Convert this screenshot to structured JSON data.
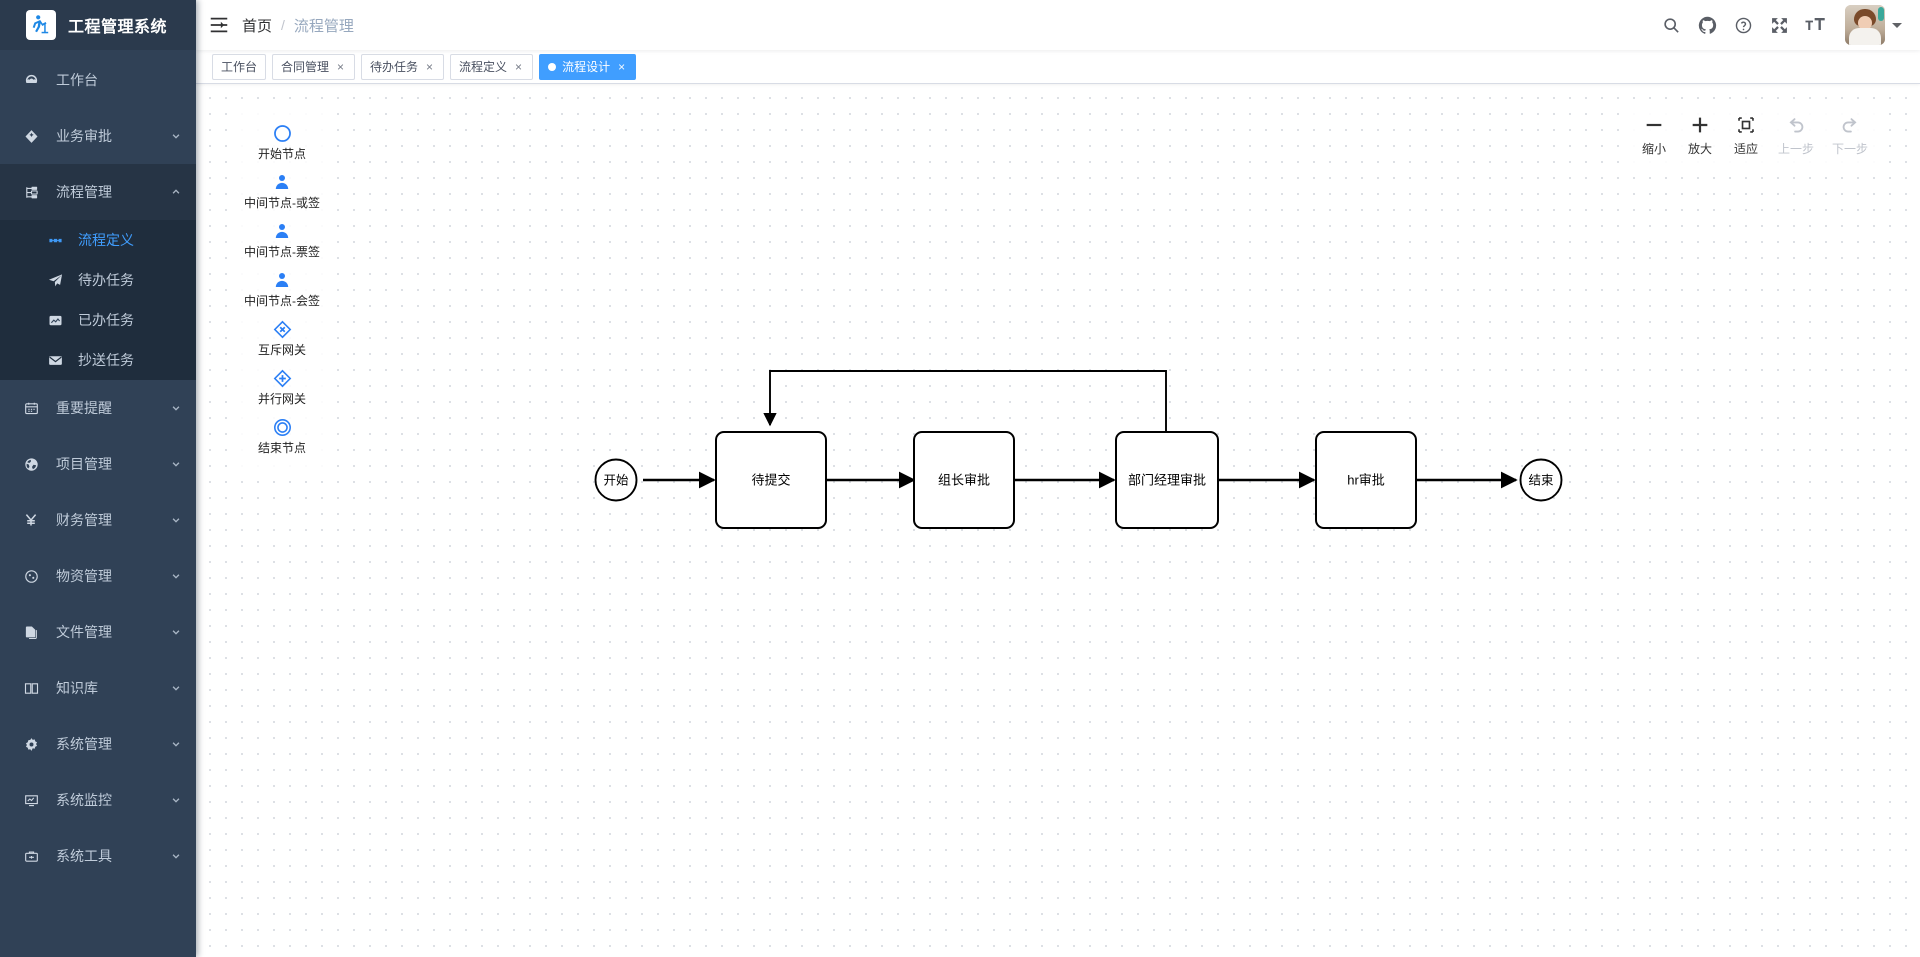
{
  "app": {
    "logo_text": "工程管理系统",
    "logo_icon": "worker-surveyor-icon"
  },
  "navbar": {
    "hamburger_icon": "hamburger-menu-icon",
    "breadcrumb": [
      {
        "label": "首页",
        "is_link": false
      },
      {
        "label": "流程管理",
        "is_link": true
      }
    ],
    "separator": "/",
    "icons": [
      {
        "name": "search-icon",
        "label": "搜索"
      },
      {
        "name": "github-icon",
        "label": "GitHub"
      },
      {
        "name": "help-circle-icon",
        "label": "帮助"
      },
      {
        "name": "fullscreen-icon",
        "label": "全屏"
      },
      {
        "name": "font-size-icon",
        "label": "字体大小"
      }
    ],
    "avatar_name": "user-avatar",
    "caret_icon": "chevron-down-icon"
  },
  "tags": [
    {
      "label": "工作台",
      "closable": false,
      "active": false
    },
    {
      "label": "合同管理",
      "closable": true,
      "active": false
    },
    {
      "label": "待办任务",
      "closable": true,
      "active": false
    },
    {
      "label": "流程定义",
      "closable": true,
      "active": false
    },
    {
      "label": "流程设计",
      "closable": true,
      "active": true
    }
  ],
  "tag_close_glyph": "×",
  "sidebar": {
    "items": [
      {
        "label": "工作台",
        "icon": "dashboard-icon",
        "expandable": false
      },
      {
        "label": "业务审批",
        "icon": "approval-icon",
        "expandable": true
      },
      {
        "label": "流程管理",
        "icon": "flow-icon",
        "expandable": true,
        "expanded": true,
        "children": [
          {
            "label": "流程定义",
            "icon": "flow-definition-icon",
            "active": true
          },
          {
            "label": "待办任务",
            "icon": "paper-plane-icon",
            "active": false
          },
          {
            "label": "已办任务",
            "icon": "done-task-icon",
            "active": false
          },
          {
            "label": "抄送任务",
            "icon": "mail-icon",
            "active": false
          }
        ]
      },
      {
        "label": "重要提醒",
        "icon": "calendar-icon",
        "expandable": true
      },
      {
        "label": "项目管理",
        "icon": "globe-icon",
        "expandable": true
      },
      {
        "label": "财务管理",
        "icon": "yen-icon",
        "expandable": true
      },
      {
        "label": "物资管理",
        "icon": "material-icon",
        "expandable": true
      },
      {
        "label": "文件管理",
        "icon": "files-icon",
        "expandable": true
      },
      {
        "label": "知识库",
        "icon": "book-icon",
        "expandable": true
      },
      {
        "label": "系统管理",
        "icon": "gear-icon",
        "expandable": true
      },
      {
        "label": "系统监控",
        "icon": "monitor-icon",
        "expandable": true
      },
      {
        "label": "系统工具",
        "icon": "toolbox-icon",
        "expandable": true
      }
    ]
  },
  "palette": {
    "items": [
      {
        "label": "开始节点",
        "icon": "start-circle-icon"
      },
      {
        "label": "中间节点-或签",
        "icon": "user-task-icon"
      },
      {
        "label": "中间节点-票签",
        "icon": "user-task-icon"
      },
      {
        "label": "中间节点-会签",
        "icon": "user-task-icon"
      },
      {
        "label": "互斥网关",
        "icon": "exclusive-gateway-icon"
      },
      {
        "label": "并行网关",
        "icon": "parallel-gateway-icon"
      },
      {
        "label": "结束节点",
        "icon": "end-circle-icon"
      }
    ]
  },
  "zoom_toolbar": {
    "buttons": [
      {
        "label": "缩小",
        "icon": "minus-icon",
        "disabled": false
      },
      {
        "label": "放大",
        "icon": "plus-icon",
        "disabled": false
      },
      {
        "label": "适应",
        "icon": "fit-screen-icon",
        "disabled": false
      },
      {
        "label": "上一步",
        "icon": "undo-icon",
        "disabled": true
      },
      {
        "label": "下一步",
        "icon": "redo-icon",
        "disabled": true
      }
    ]
  },
  "diagram": {
    "nodes": [
      {
        "id": "start",
        "label": "开始",
        "type": "start-event"
      },
      {
        "id": "submit",
        "label": "待提交",
        "type": "user-task"
      },
      {
        "id": "leader",
        "label": "组长审批",
        "type": "user-task"
      },
      {
        "id": "manager",
        "label": "部门经理审批",
        "type": "user-task"
      },
      {
        "id": "hr",
        "label": "hr审批",
        "type": "user-task"
      },
      {
        "id": "end",
        "label": "结束",
        "type": "end-event"
      }
    ],
    "edges": [
      {
        "from": "start",
        "to": "submit"
      },
      {
        "from": "submit",
        "to": "leader"
      },
      {
        "from": "leader",
        "to": "manager"
      },
      {
        "from": "manager",
        "to": "hr"
      },
      {
        "from": "hr",
        "to": "end"
      },
      {
        "from": "manager",
        "to": "submit",
        "kind": "loop-back"
      }
    ]
  },
  "colors": {
    "brand": "#409eff",
    "sidebar_bg": "#304156",
    "sidebar_submenu_bg": "#1f2d3d",
    "palette_icon": "#2b7ff5",
    "text": "#303133"
  }
}
